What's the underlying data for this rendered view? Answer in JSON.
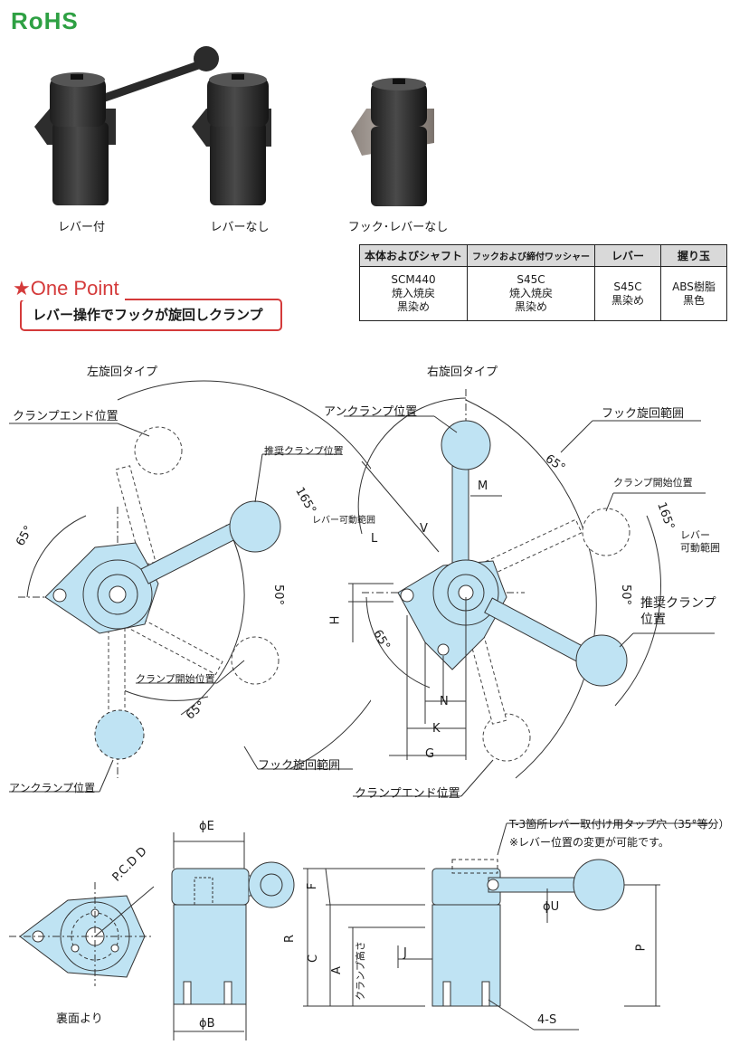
{
  "logo": {
    "text": "RoHS"
  },
  "products": [
    {
      "caption": "レバー付"
    },
    {
      "caption": "レバーなし"
    },
    {
      "caption": "フック･レバーなし"
    }
  ],
  "material_table": {
    "headers": [
      "本体およびシャフト",
      "フックおよび締付ワッシャー",
      "レバー",
      "握り玉"
    ],
    "rows": [
      [
        "SCM440\n焼入焼戻\n黒染め",
        "S45C\n焼入焼戻\n黒染め",
        "S45C\n黒染め",
        "ABS樹脂\n黒色"
      ]
    ]
  },
  "one_point": {
    "star": "★",
    "title": "One Point",
    "text": "レバー操作でフックが旋回しクランプ"
  },
  "left_diagram": {
    "title": "左旋回タイプ",
    "labels": {
      "clamp_end": "クランプエンド位置",
      "recommended": "推奨クランプ位置",
      "lever_range": "レバー可動範囲",
      "clamp_start": "クランプ開始位置",
      "unclamp": "アンクランプ位置",
      "hook_range": "フック旋回範囲"
    },
    "angles": {
      "a165": "165°",
      "a65_left": "65°",
      "a50": "50°",
      "a65_bottom": "65°"
    }
  },
  "right_diagram": {
    "title": "右旋回タイプ",
    "labels": {
      "unclamp": "アンクランプ位置",
      "hook_range": "フック旋回範囲",
      "clamp_start": "クランプ開始位置",
      "lever_range": "レバー\n可動範囲",
      "recommended": "推奨クランプ\n位置",
      "clamp_end": "クランプエンド位置"
    },
    "angles": {
      "a65_top": "65°",
      "a165": "165°",
      "a50": "50°",
      "a65_left": "65°"
    },
    "dims": {
      "M": "M",
      "V": "V",
      "L": "L",
      "H": "H",
      "N": "N",
      "K": "K",
      "G": "G"
    }
  },
  "bottom_diagrams": {
    "back_view_caption": "裏面より",
    "pcd": "P.C.D D",
    "dims": {
      "E": "ϕE",
      "B": "ϕB",
      "F": "F",
      "R": "R",
      "C": "C",
      "A": "A",
      "J": "J",
      "U": "ϕU",
      "P": "P",
      "S": "4-S"
    },
    "clamp_height": "クランプ高さ",
    "tap_note": "T-3箇所レバー取付け用タップ穴（35°等分）",
    "lever_note": "※レバー位置の変更が可能です。"
  },
  "colors": {
    "part_fill": "#bfe3f3",
    "accent": "#d43a3a",
    "logo": "#2ea043"
  }
}
